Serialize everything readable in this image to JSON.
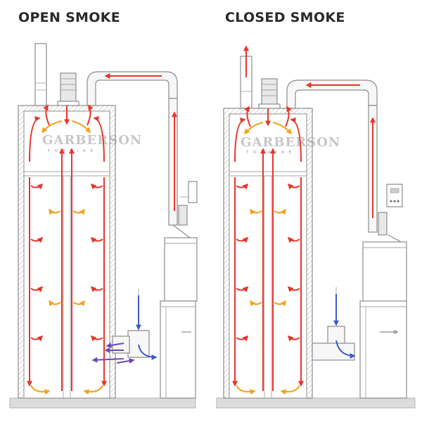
{
  "titles": {
    "open": "OPEN SMOKE",
    "closed": "CLOSED SMOKE"
  },
  "watermark": {
    "brand": "GARBERSON",
    "sub": "TOBRIKE"
  },
  "colors": {
    "hot_air": "#e8342a",
    "warm_air": "#f2a31b",
    "cold_air": "#6b49b0",
    "outlet_air": "#3d5bc7",
    "structure": "#8c8c8c",
    "floor": "#dcdcdc"
  },
  "icons": [
    "flow-arrow",
    "exhaust-chimney",
    "fan-motor",
    "smoke-generator",
    "control-panel"
  ]
}
